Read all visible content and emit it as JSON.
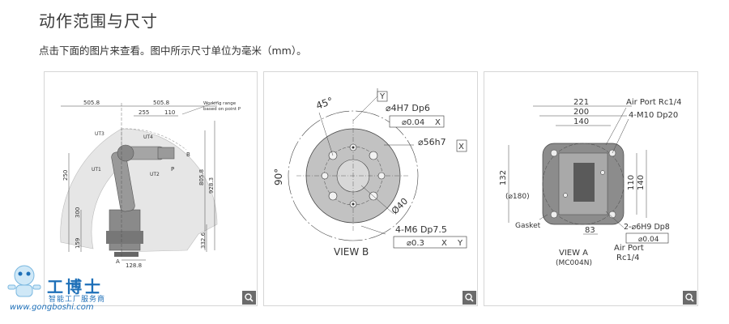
{
  "header": {
    "title": "动作范围与尺寸",
    "subtitle": "点击下面的图片来查看。图中所示尺寸单位为毫米（mm）。"
  },
  "figure1": {
    "dims": [
      "505.8",
      "505.8",
      "255",
      "110",
      "805.8",
      "928.3",
      "332.6",
      "250",
      "300",
      "159",
      "128.8"
    ],
    "note_line1": "Working range",
    "note_line2": "based on point P",
    "labels": [
      "B",
      "P",
      "UT3",
      "UT4",
      "UT1",
      "UT2",
      "A"
    ]
  },
  "figure2": {
    "angle_top": "45°",
    "angle_left": "90°",
    "angle_diag": "Ø40",
    "datum": "Y",
    "hole1": "⌀4H7 Dp6",
    "hole1_tol": "⌀0.04",
    "hole1_ref": "X",
    "bore": "⌀56h7",
    "bore_ref": "X",
    "thread": "4-M6 Dp7.5",
    "thread_tol": "⌀0.3",
    "thread_ref1": "X",
    "thread_ref2": "Y",
    "view": "VIEW  B"
  },
  "figure3": {
    "dims": [
      "221",
      "200",
      "140",
      "132",
      "(⌀180)",
      "140",
      "110",
      "83"
    ],
    "air_port_top": "Air Port Rc1/4",
    "thread": "4-M10 Dp20",
    "gasket": "Gasket",
    "pin_hole": "2-⌀6H9 Dp8",
    "pin_tol": "⌀0.04",
    "air_port_bottom_1": "Air Port",
    "air_port_bottom_2": "Rc1/4",
    "view_1": "VIEW  A",
    "view_2": "(MC004N)"
  },
  "watermark": {
    "brand": "工博士",
    "tagline": "智能工厂服务商",
    "url": "www.gongboshi.com"
  }
}
